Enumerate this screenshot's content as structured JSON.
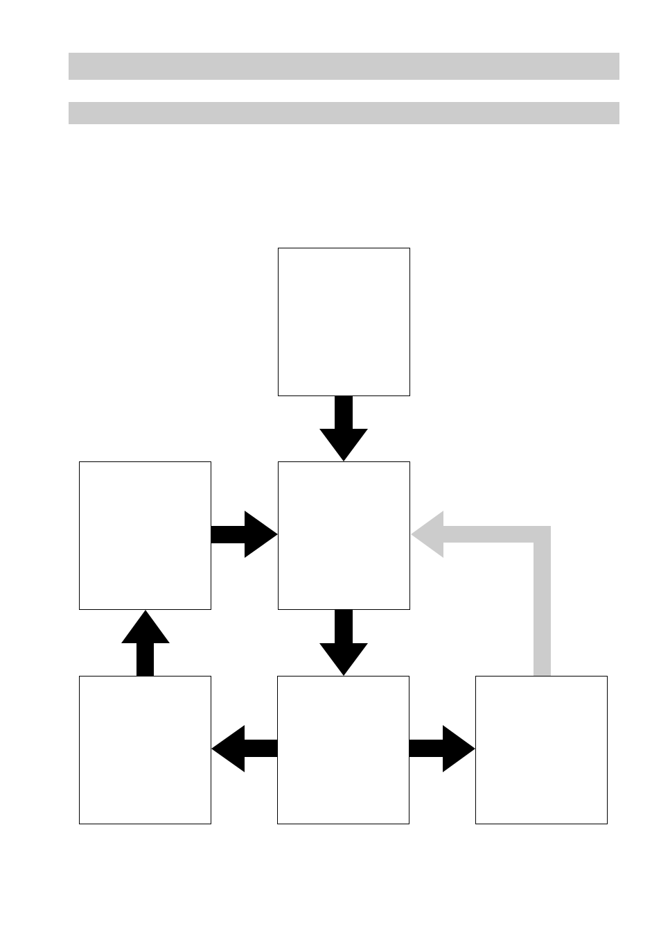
{
  "header": {
    "bar_color": "#cccccc"
  },
  "diagram": {
    "nodes": [
      {
        "id": "top",
        "label": ""
      },
      {
        "id": "left",
        "label": ""
      },
      {
        "id": "center",
        "label": ""
      },
      {
        "id": "bottom-left",
        "label": ""
      },
      {
        "id": "bottom-center",
        "label": ""
      },
      {
        "id": "bottom-right",
        "label": ""
      }
    ],
    "edges": [
      {
        "from": "top",
        "to": "center",
        "color": "#000000"
      },
      {
        "from": "left",
        "to": "center",
        "color": "#000000"
      },
      {
        "from": "center",
        "to": "bottom-center",
        "color": "#000000"
      },
      {
        "from": "bottom-left",
        "to": "left",
        "color": "#000000"
      },
      {
        "from": "bottom-center",
        "to": "bottom-left",
        "color": "#000000"
      },
      {
        "from": "bottom-center",
        "to": "bottom-right",
        "color": "#000000"
      },
      {
        "from": "bottom-right",
        "to": "center",
        "color": "#cccccc"
      }
    ]
  }
}
